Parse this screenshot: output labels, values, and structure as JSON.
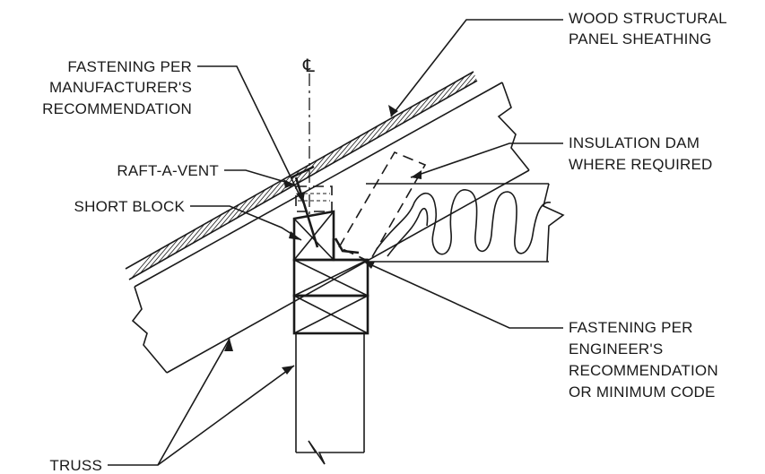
{
  "labels": {
    "sheathing": [
      "WOOD STRUCTURAL",
      "PANEL SHEATHING"
    ],
    "fastening_mfr": [
      "FASTENING PER",
      "MANUFACTURER'S",
      "RECOMMENDATION"
    ],
    "insulation_dam": [
      "INSULATION DAM",
      "WHERE REQUIRED"
    ],
    "raft_a_vent": "RAFT-A-VENT",
    "short_block": "SHORT BLOCK",
    "fastening_eng": [
      "FASTENING PER",
      "ENGINEER'S",
      "RECOMMENDATION",
      "OR MINIMUM CODE"
    ],
    "truss": "TRUSS",
    "centerline": "℄"
  }
}
